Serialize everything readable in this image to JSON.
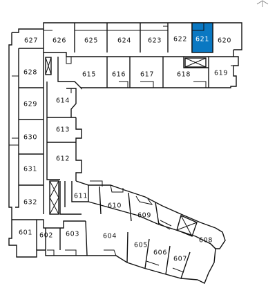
{
  "map": {
    "selected_room": "621",
    "selected_color": "#0a78c2",
    "rooms": {
      "r601": "601",
      "r602": "602",
      "r603": "603",
      "r604": "604",
      "r605": "605",
      "r606": "606",
      "r607": "607",
      "r608": "608",
      "r609": "609",
      "r610": "610",
      "r611": "611",
      "r612": "612",
      "r613": "613",
      "r614": "614",
      "r615": "615",
      "r616": "616",
      "r617": "617",
      "r618": "618",
      "r619": "619",
      "r620": "620",
      "r621": "621",
      "r622": "622",
      "r623": "623",
      "r624": "624",
      "r625": "625",
      "r626": "626",
      "r627": "627",
      "r628": "628",
      "r629": "629",
      "r630": "630",
      "r631": "631",
      "r632": "632"
    }
  }
}
